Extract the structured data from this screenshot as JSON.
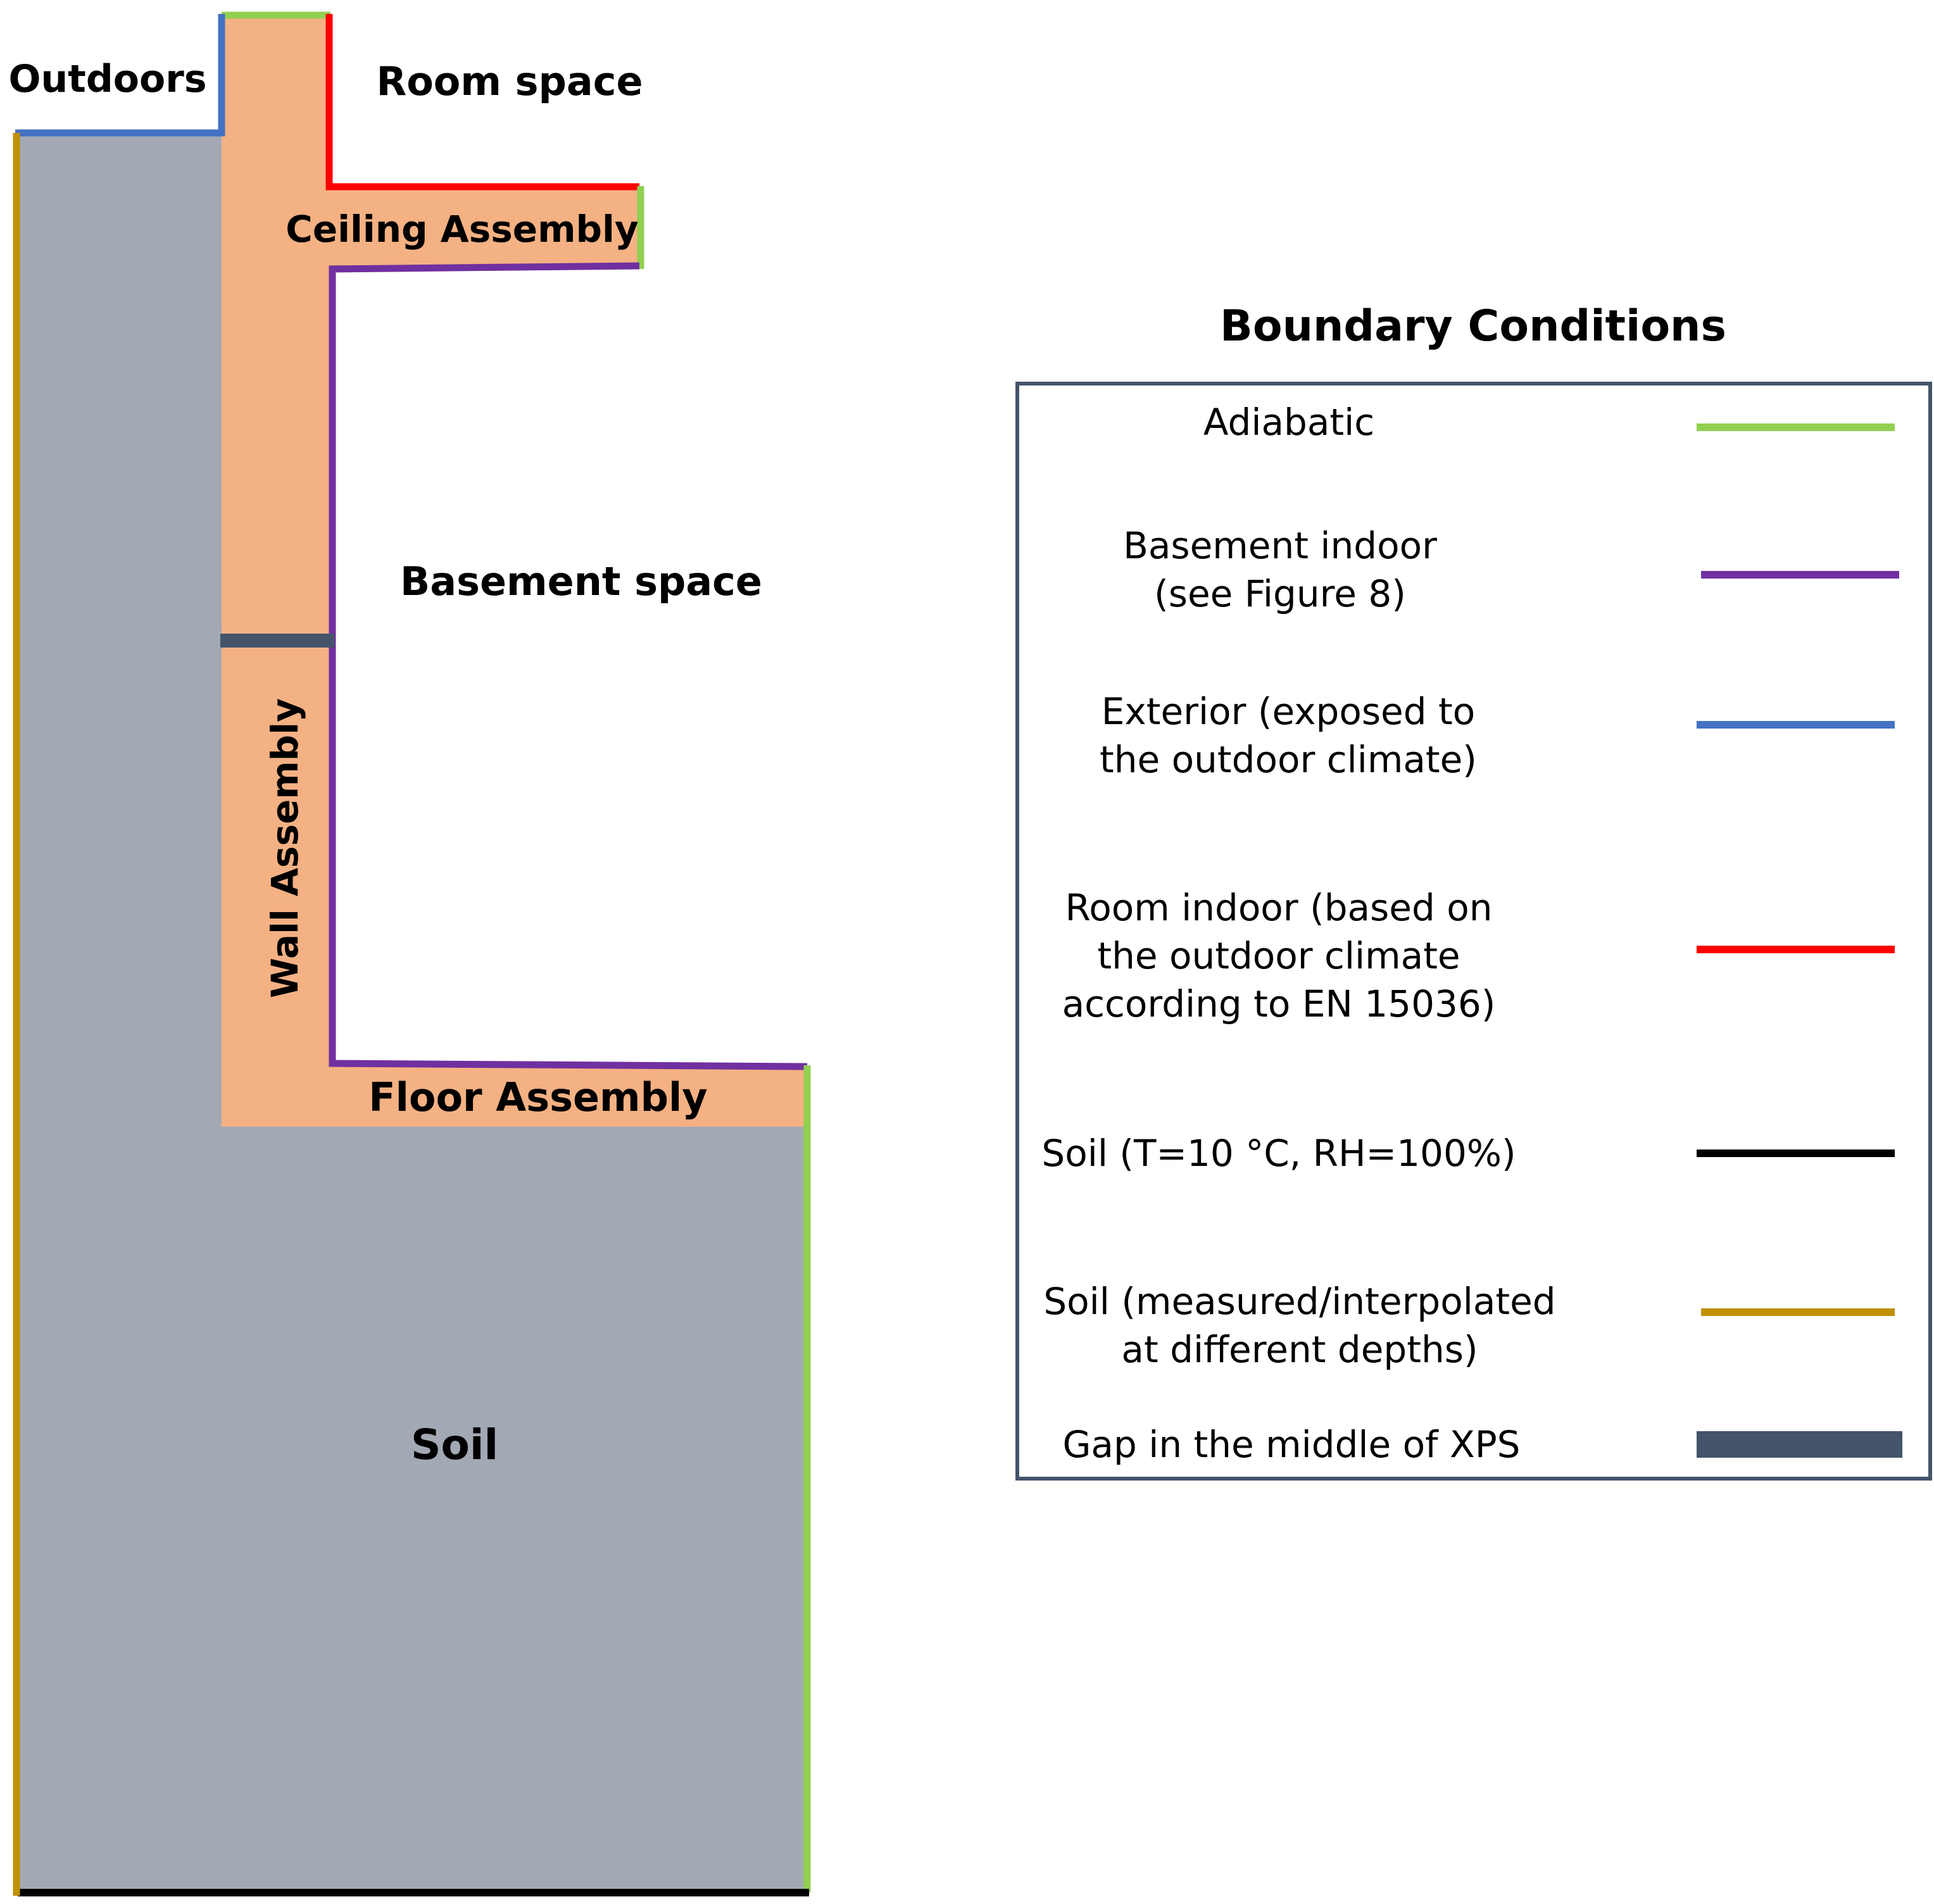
{
  "regions": {
    "outdoors": "Outdoors",
    "room_space": "Room space",
    "ceiling_assembly": "Ceiling Assembly",
    "basement_space": "Basement space",
    "wall_assembly": "Wall Assembly",
    "floor_assembly": "Floor Assembly",
    "soil": "Soil"
  },
  "legend": {
    "title": "Boundary Conditions",
    "items": [
      {
        "lines": [
          "Adiabatic"
        ],
        "color": "#92d050"
      },
      {
        "lines": [
          "Basement indoor",
          "(see Figure 8)"
        ],
        "color": "#7030a0"
      },
      {
        "lines": [
          "Exterior (exposed to",
          "the outdoor climate)"
        ],
        "color": "#4472c4"
      },
      {
        "lines": [
          "Room indoor (based on",
          "the outdoor climate",
          "according to EN 15036)"
        ],
        "color": "#ff0000"
      },
      {
        "lines": [
          "Soil (T=10 °C, RH=100%)"
        ],
        "color": "#000000"
      },
      {
        "lines": [
          "Soil (measured/interpolated",
          "at different depths)"
        ],
        "color": "#bf9000"
      },
      {
        "lines": [
          "Gap in the middle of XPS"
        ],
        "color": "#44546a"
      }
    ]
  },
  "colors": {
    "soil_fill": "#a2a9b4",
    "assembly_fill": "#f4b183",
    "legend_border": "#44546a"
  }
}
